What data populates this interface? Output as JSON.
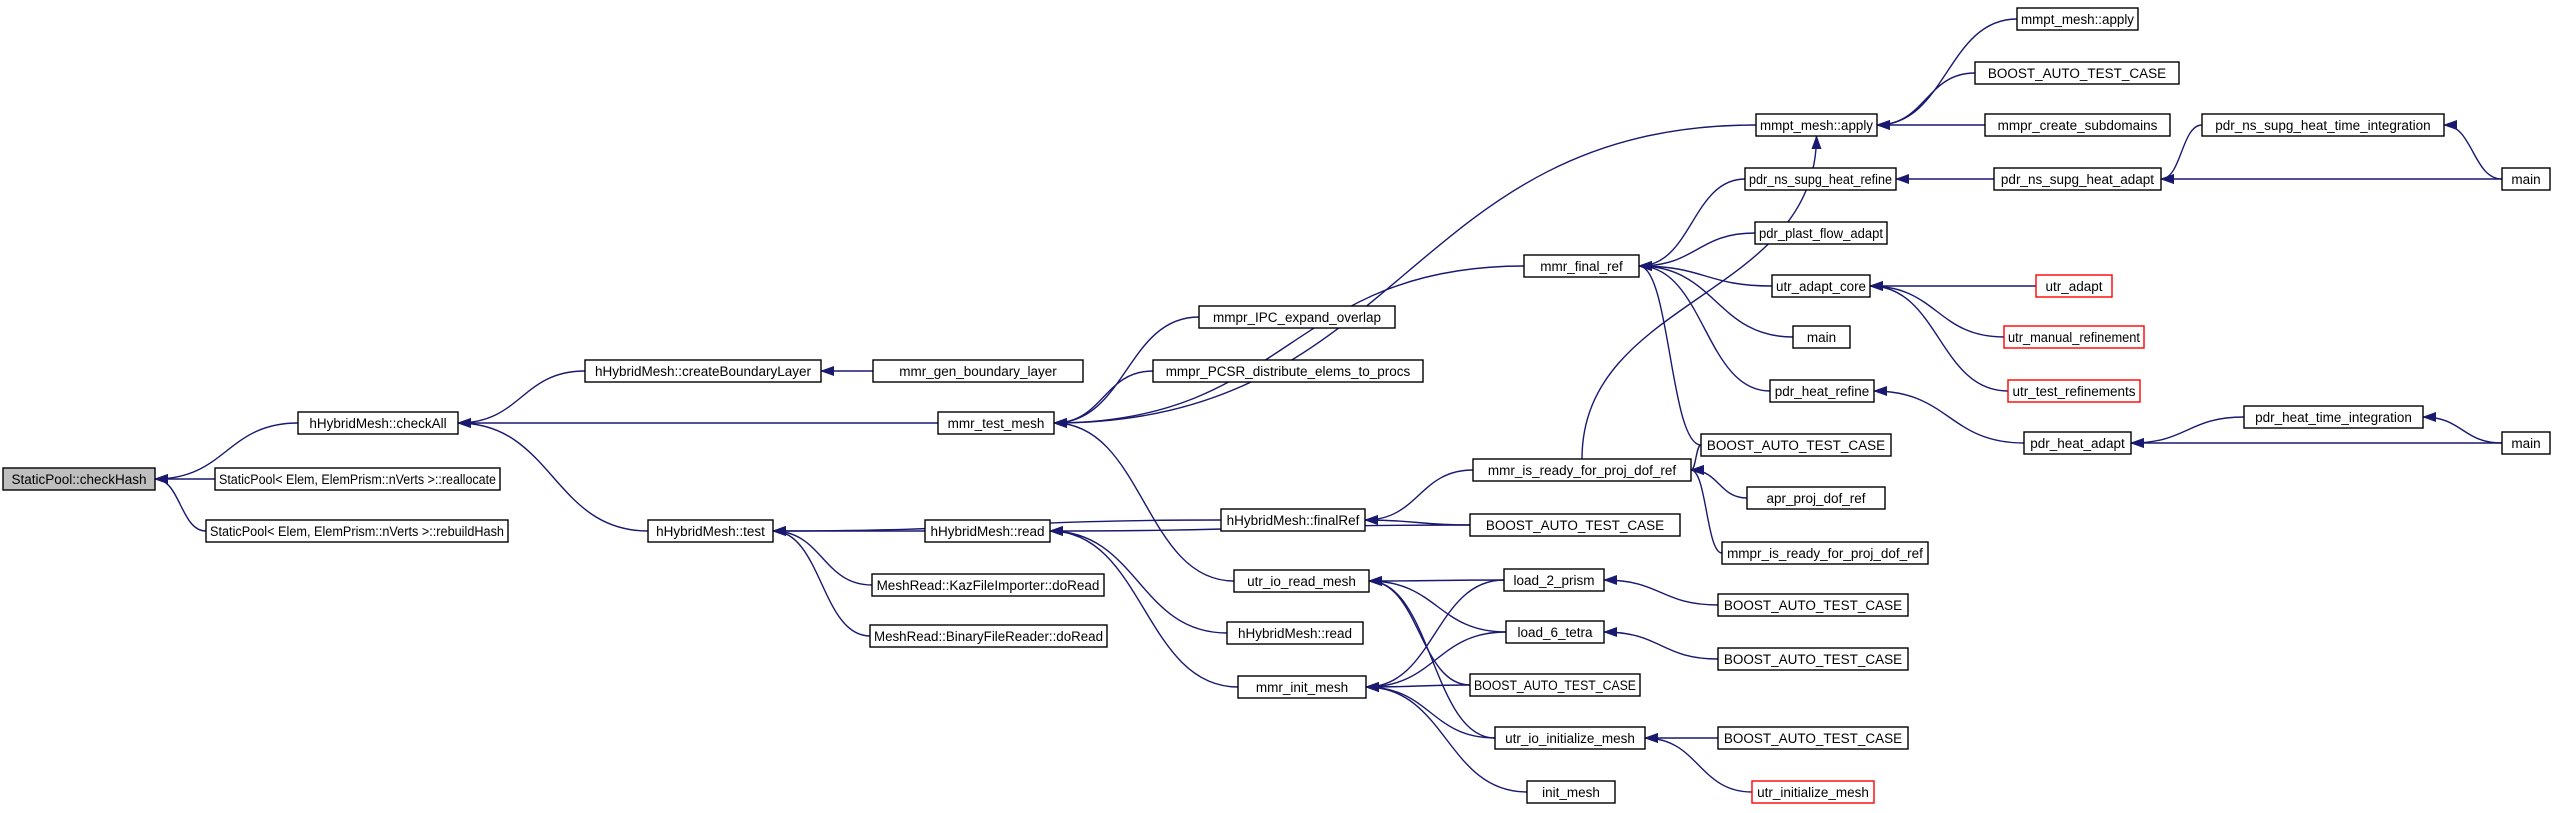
{
  "diagram": {
    "nodes": [
      {
        "id": "root",
        "label": "StaticPool::checkHash",
        "style": "root"
      },
      {
        "id": "checkAll",
        "label": "hHybridMesh::checkAll"
      },
      {
        "id": "realloc",
        "label": "StaticPool< Elem, ElemPrism::nVerts >::reallocate"
      },
      {
        "id": "rebuild",
        "label": "StaticPool< Elem, ElemPrism::nVerts >::rebuildHash"
      },
      {
        "id": "createBL",
        "label": "hHybridMesh::createBoundaryLayer"
      },
      {
        "id": "mmrTestMesh",
        "label": "mmr_test_mesh"
      },
      {
        "id": "hhmTest",
        "label": "hHybridMesh::test"
      },
      {
        "id": "mmrGenBL",
        "label": "mmr_gen_boundary_layer"
      },
      {
        "id": "mmptApply1",
        "label": "mmpt_mesh::apply"
      },
      {
        "id": "mmprIPC",
        "label": "mmpr_IPC_expand_overlap"
      },
      {
        "id": "mmprPCSR",
        "label": "mmpr_PCSR_distribute_elems_to_procs"
      },
      {
        "id": "mmrFinalRef",
        "label": "mmr_final_ref"
      },
      {
        "id": "utrIoReadMesh",
        "label": "utr_io_read_mesh"
      },
      {
        "id": "hhmFinalRef",
        "label": "hHybridMesh::finalRef"
      },
      {
        "id": "hhmRead",
        "label": "hHybridMesh::read"
      },
      {
        "id": "kaz",
        "label": "MeshRead::KazFileImporter::doRead"
      },
      {
        "id": "binary",
        "label": "MeshRead::BinaryFileReader::doRead"
      },
      {
        "id": "hhmRead2",
        "label": "hHybridMesh::read"
      },
      {
        "id": "mmrInitMesh",
        "label": "mmr_init_mesh"
      },
      {
        "id": "mmptApply2",
        "label": "mmpt_mesh::apply"
      },
      {
        "id": "boost1",
        "label": "BOOST_AUTO_TEST_CASE"
      },
      {
        "id": "mmprCreateSub",
        "label": "mmpr_create_subdomains"
      },
      {
        "id": "pdrNsRefine",
        "label": "pdr_ns_supg_heat_refine"
      },
      {
        "id": "pdrNsAdapt",
        "label": "pdr_ns_supg_heat_adapt"
      },
      {
        "id": "pdrNsTimeInt",
        "label": "pdr_ns_supg_heat_time_integration"
      },
      {
        "id": "main1",
        "label": "main"
      },
      {
        "id": "pdrPlast",
        "label": "pdr_plast_flow_adapt"
      },
      {
        "id": "utrAdaptCore",
        "label": "utr_adapt_core"
      },
      {
        "id": "utrAdapt",
        "label": "utr_adapt",
        "style": "red"
      },
      {
        "id": "utrManual",
        "label": "utr_manual_refinement",
        "style": "red"
      },
      {
        "id": "utrTestRef",
        "label": "utr_test_refinements",
        "style": "red"
      },
      {
        "id": "main2",
        "label": "main"
      },
      {
        "id": "pdrHeatRefine",
        "label": "pdr_heat_refine"
      },
      {
        "id": "pdrHeatAdapt",
        "label": "pdr_heat_adapt"
      },
      {
        "id": "pdrHeatTimeInt",
        "label": "pdr_heat_time_integration"
      },
      {
        "id": "main3",
        "label": "main"
      },
      {
        "id": "mmrIsReady",
        "label": "mmr_is_ready_for_proj_dof_ref"
      },
      {
        "id": "boost2",
        "label": "BOOST_AUTO_TEST_CASE"
      },
      {
        "id": "boost3",
        "label": "BOOST_AUTO_TEST_CASE"
      },
      {
        "id": "aprProj",
        "label": "apr_proj_dof_ref"
      },
      {
        "id": "mmprIsReady",
        "label": "mmpr_is_ready_for_proj_dof_ref"
      },
      {
        "id": "load2",
        "label": "load_2_prism"
      },
      {
        "id": "load6",
        "label": "load_6_tetra"
      },
      {
        "id": "boost4",
        "label": "BOOST_AUTO_TEST_CASE"
      },
      {
        "id": "utrIoInit",
        "label": "utr_io_initialize_mesh"
      },
      {
        "id": "initMesh",
        "label": "init_mesh"
      },
      {
        "id": "boost5",
        "label": "BOOST_AUTO_TEST_CASE"
      },
      {
        "id": "boost6",
        "label": "BOOST_AUTO_TEST_CASE"
      },
      {
        "id": "boost7",
        "label": "BOOST_AUTO_TEST_CASE"
      },
      {
        "id": "utrInitMesh",
        "label": "utr_initialize_mesh",
        "style": "red"
      }
    ],
    "edges": [
      {
        "from": "checkAll",
        "to": "root"
      },
      {
        "from": "realloc",
        "to": "root"
      },
      {
        "from": "rebuild",
        "to": "root"
      },
      {
        "from": "createBL",
        "to": "checkAll"
      },
      {
        "from": "mmrTestMesh",
        "to": "checkAll"
      },
      {
        "from": "hhmTest",
        "to": "checkAll"
      },
      {
        "from": "mmrGenBL",
        "to": "createBL"
      },
      {
        "from": "mmptApply1",
        "to": "mmrTestMesh"
      },
      {
        "from": "mmprIPC",
        "to": "mmrTestMesh"
      },
      {
        "from": "mmprPCSR",
        "to": "mmrTestMesh"
      },
      {
        "from": "mmrFinalRef",
        "to": "mmrTestMesh"
      },
      {
        "from": "utrIoReadMesh",
        "to": "mmrTestMesh"
      },
      {
        "from": "hhmFinalRef",
        "to": "hhmTest"
      },
      {
        "from": "hhmRead",
        "to": "hhmTest"
      },
      {
        "from": "kaz",
        "to": "hhmTest"
      },
      {
        "from": "binary",
        "to": "hhmTest"
      },
      {
        "from": "mmrInitMesh",
        "to": "hhmRead"
      },
      {
        "from": "hhmRead2",
        "to": "hhmRead"
      },
      {
        "from": "boost3",
        "to": "hhmRead"
      },
      {
        "from": "mmptApply2",
        "to": "mmptApply1"
      },
      {
        "from": "boost1",
        "to": "mmptApply1"
      },
      {
        "from": "mmprCreateSub",
        "to": "mmptApply1"
      },
      {
        "from": "pdrNsRefine",
        "to": "mmrFinalRef"
      },
      {
        "from": "pdrPlast",
        "to": "mmrFinalRef"
      },
      {
        "from": "utrAdaptCore",
        "to": "mmrFinalRef"
      },
      {
        "from": "main2",
        "to": "mmrFinalRef"
      },
      {
        "from": "pdrHeatRefine",
        "to": "mmrFinalRef"
      },
      {
        "from": "boost2",
        "to": "mmrFinalRef"
      },
      {
        "from": "mmrIsReady",
        "to": "mmptApply1"
      },
      {
        "from": "pdrNsAdapt",
        "to": "pdrNsRefine"
      },
      {
        "from": "pdrNsTimeInt",
        "to": "pdrNsAdapt"
      },
      {
        "from": "main1",
        "to": "pdrNsAdapt"
      },
      {
        "from": "main1",
        "to": "pdrNsTimeInt"
      },
      {
        "from": "utrAdapt",
        "to": "utrAdaptCore"
      },
      {
        "from": "utrManual",
        "to": "utrAdaptCore"
      },
      {
        "from": "utrTestRef",
        "to": "utrAdaptCore"
      },
      {
        "from": "pdrHeatAdapt",
        "to": "pdrHeatRefine"
      },
      {
        "from": "pdrHeatTimeInt",
        "to": "pdrHeatAdapt"
      },
      {
        "from": "main3",
        "to": "pdrHeatAdapt"
      },
      {
        "from": "main3",
        "to": "pdrHeatTimeInt"
      },
      {
        "from": "mmrIsReady",
        "to": "hhmFinalRef"
      },
      {
        "from": "boost3",
        "to": "hhmFinalRef"
      },
      {
        "from": "boost2",
        "to": "mmrIsReady"
      },
      {
        "from": "aprProj",
        "to": "mmrIsReady"
      },
      {
        "from": "mmprIsReady",
        "to": "mmrIsReady"
      },
      {
        "from": "load2",
        "to": "utrIoReadMesh"
      },
      {
        "from": "load6",
        "to": "utrIoReadMesh"
      },
      {
        "from": "boost4",
        "to": "utrIoReadMesh"
      },
      {
        "from": "utrIoInit",
        "to": "utrIoReadMesh"
      },
      {
        "from": "load2",
        "to": "mmrInitMesh"
      },
      {
        "from": "load6",
        "to": "mmrInitMesh"
      },
      {
        "from": "boost4",
        "to": "mmrInitMesh"
      },
      {
        "from": "utrIoInit",
        "to": "mmrInitMesh"
      },
      {
        "from": "initMesh",
        "to": "mmrInitMesh"
      },
      {
        "from": "boost5",
        "to": "load2"
      },
      {
        "from": "boost6",
        "to": "load6"
      },
      {
        "from": "boost7",
        "to": "utrIoInit"
      },
      {
        "from": "utrInitMesh",
        "to": "utrIoInit"
      }
    ]
  }
}
